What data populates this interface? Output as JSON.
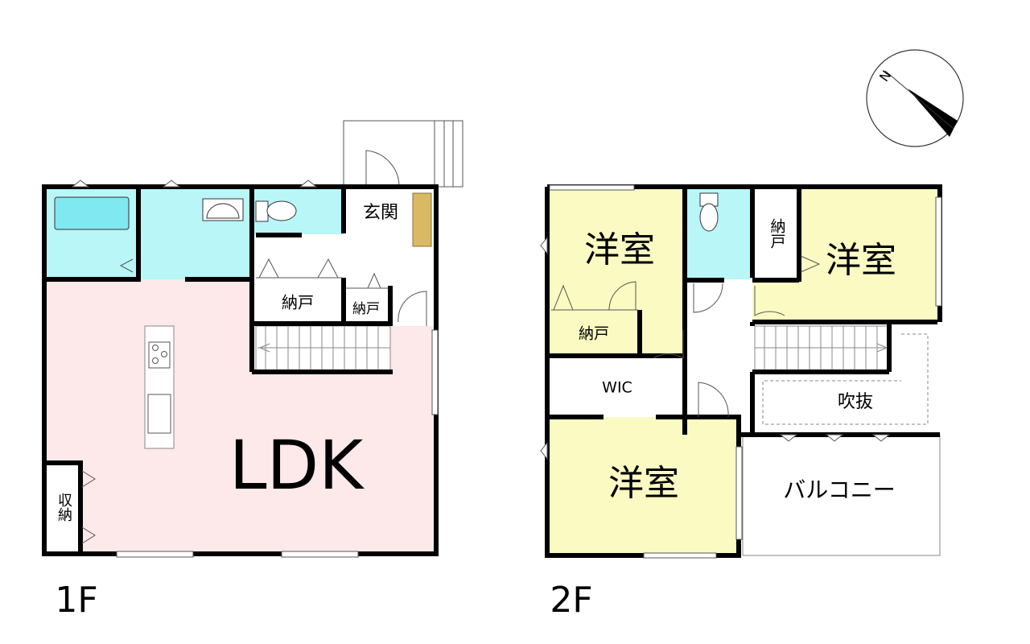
{
  "floor1": {
    "label": "1F",
    "rooms": {
      "entrance": "玄関",
      "storage_a": "納戸",
      "storage_b": "納戸",
      "ldk": "LDK",
      "closet": "収納"
    }
  },
  "floor2": {
    "label": "2F",
    "rooms": {
      "western_room_a": "洋室",
      "western_room_b": "洋室",
      "western_room_c": "洋室",
      "storage_a": "納戸",
      "storage_b": "納戸",
      "wic": "WIC",
      "void": "吹抜",
      "balcony": "バルコニー"
    }
  },
  "compass": {
    "north": "N"
  },
  "colors": {
    "wet_area": "#b8f6f8",
    "ldk": "#fde8ea",
    "western_room": "#fafac2",
    "wood": "#d9b964"
  }
}
